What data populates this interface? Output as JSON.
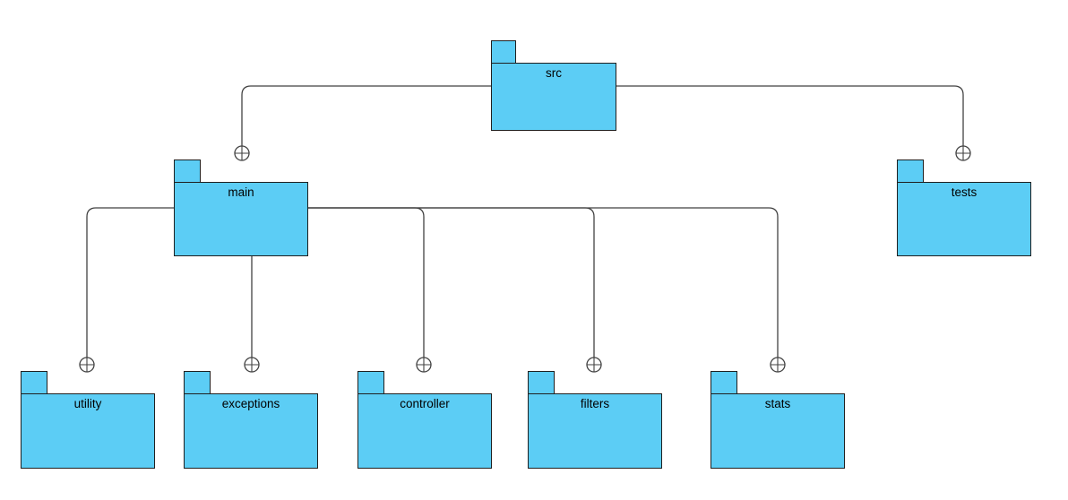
{
  "colors": {
    "background": "#ffffff",
    "package_fill": "#5CCDF5",
    "package_border": "#1f1f1f",
    "edge": "#424242",
    "label_text": "#000000"
  },
  "packages": [
    {
      "id": "src",
      "label": "src"
    },
    {
      "id": "main",
      "label": "main"
    },
    {
      "id": "tests",
      "label": "tests"
    },
    {
      "id": "utility",
      "label": "utility"
    },
    {
      "id": "exceptions",
      "label": "exceptions"
    },
    {
      "id": "controller",
      "label": "controller"
    },
    {
      "id": "filters",
      "label": "filters"
    },
    {
      "id": "stats",
      "label": "stats"
    }
  ],
  "relations": [
    {
      "from": "src",
      "to": "main",
      "type": "containment"
    },
    {
      "from": "src",
      "to": "tests",
      "type": "containment"
    },
    {
      "from": "main",
      "to": "utility",
      "type": "containment"
    },
    {
      "from": "main",
      "to": "exceptions",
      "type": "containment"
    },
    {
      "from": "main",
      "to": "controller",
      "type": "containment"
    },
    {
      "from": "main",
      "to": "filters",
      "type": "containment"
    },
    {
      "from": "main",
      "to": "stats",
      "type": "containment"
    }
  ]
}
